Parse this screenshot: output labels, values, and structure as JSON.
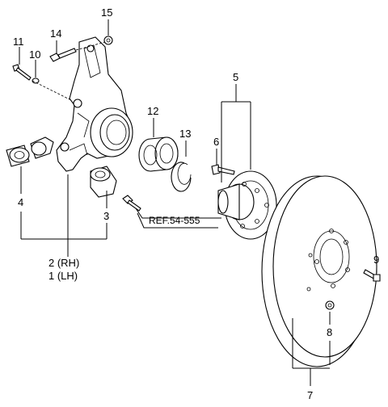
{
  "labels": {
    "p15": "15",
    "p14": "14",
    "p11": "11",
    "p10": "10",
    "p12": "12",
    "p13": "13",
    "p5": "5",
    "p6": "6",
    "p4": "4",
    "p3": "3",
    "p2": "2 (RH)",
    "p1": "1 (LH)",
    "p9": "9",
    "p8": "8",
    "p7": "7",
    "ref": "REF.54-555"
  }
}
